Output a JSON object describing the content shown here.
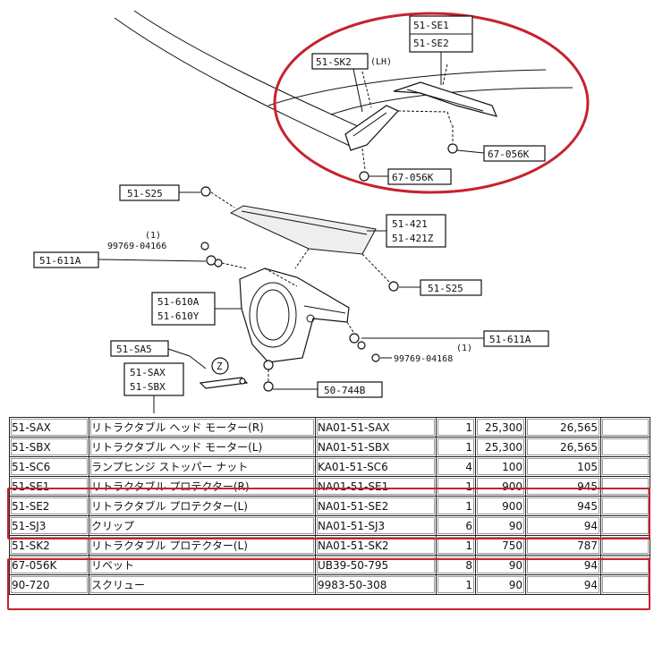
{
  "diagram": {
    "callouts": {
      "se": [
        "51-SE1",
        "51-SE2"
      ],
      "sk2": "51-SK2",
      "lh": "(LH)",
      "rivet_right": "67-056K",
      "rivet_left": "67-056K",
      "s25_top": "51-S25",
      "s421": [
        "51-421",
        "51-421Z"
      ],
      "s611a_left": "51-611A",
      "screw_left": "99769-04166",
      "screw_left_qty": "(1)",
      "s25_mid": "51-S25",
      "s610a": [
        "51-610A",
        "51-610Y"
      ],
      "s611a_right": "51-611A",
      "screw_right": "99769-04168",
      "screw_right_qty": "(1)",
      "sa5": "51-SA5",
      "sax": [
        "51-SAX",
        "51-SBX"
      ],
      "s50": "50-744B",
      "z": "Z"
    },
    "highlight_color": "#c6222e"
  },
  "table": {
    "rows": [
      {
        "code": "51-SAX",
        "name": "リトラクタブル ヘッド モーター(R)",
        "pn": "NA01-51-SAX",
        "qty": "1",
        "p1": "25,300",
        "p2": "26,565"
      },
      {
        "code": "51-SBX",
        "name": "リトラクタブル ヘッド モーター(L)",
        "pn": "NA01-51-SBX",
        "qty": "1",
        "p1": "25,300",
        "p2": "26,565"
      },
      {
        "code": "51-SC6",
        "name": "ランプヒンジ ストッパー ナット",
        "pn": "KA01-51-SC6",
        "qty": "4",
        "p1": "100",
        "p2": "105"
      },
      {
        "code": "51-SE1",
        "name": "リトラクタブル プロテクター(R)",
        "pn": "NA01-51-SE1",
        "qty": "1",
        "p1": "900",
        "p2": "945"
      },
      {
        "code": "51-SE2",
        "name": "リトラクタブル プロテクター(L)",
        "pn": "NA01-51-SE2",
        "qty": "1",
        "p1": "900",
        "p2": "945"
      },
      {
        "code": "51-SJ3",
        "name": "クリップ",
        "pn": "NA01-51-SJ3",
        "qty": "6",
        "p1": "90",
        "p2": "94"
      },
      {
        "code": "51-SK2",
        "name": "リトラクタブル プロテクター(L)",
        "pn": "NA01-51-SK2",
        "qty": "1",
        "p1": "750",
        "p2": "787"
      },
      {
        "code": "67-056K",
        "name": "リベット",
        "pn": "UB39-50-795",
        "qty": "8",
        "p1": "90",
        "p2": "94"
      },
      {
        "code": "90-720",
        "name": "スクリュー",
        "pn": "9983-50-308",
        "qty": "1",
        "p1": "90",
        "p2": "94"
      }
    ]
  }
}
